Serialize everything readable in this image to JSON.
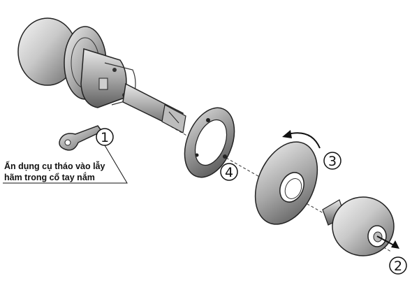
{
  "steps": [
    "1",
    "2",
    "3",
    "4"
  ],
  "callout": {
    "line1": "Ấn dụng cụ tháo vào lẫy",
    "line2": "hãm trong cổ tay nắm"
  },
  "colors": {
    "metal_light": "#f2f2f2",
    "metal_mid": "#b8b8b8",
    "metal_dark": "#5a5a5a",
    "line": "#111111"
  },
  "icons": [
    "release-tool-icon",
    "rotate-arrow-icon",
    "pull-arrow-icon"
  ]
}
